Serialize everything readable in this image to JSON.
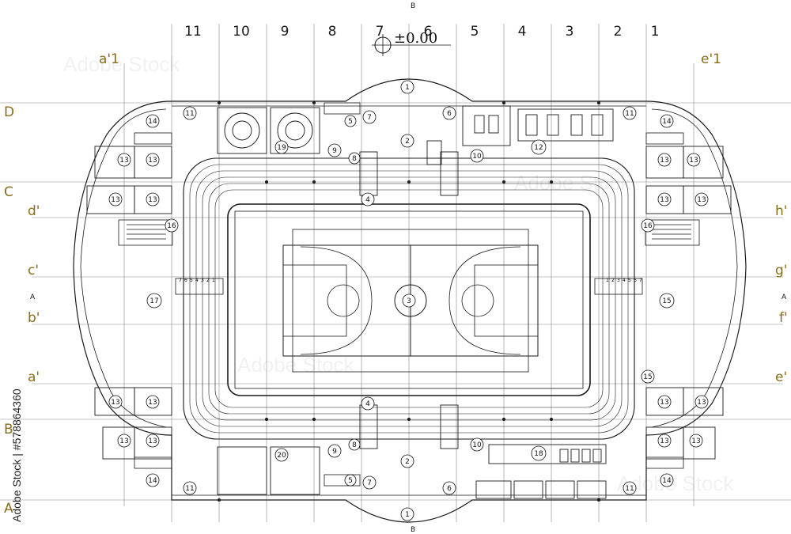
{
  "elevation_label": "±0.00",
  "section_marks": {
    "top": "B",
    "bottom": "B",
    "left": "A",
    "right": "A"
  },
  "column_numbers": [
    "11",
    "10",
    "9",
    "8",
    "7",
    "6",
    "5",
    "4",
    "3",
    "2",
    "1"
  ],
  "left_row_labels": [
    "a'1",
    "D",
    "C",
    "d'",
    "c'",
    "b'",
    "a'",
    "B",
    "A"
  ],
  "right_row_labels": [
    "e'1",
    "h'",
    "g'",
    "f'",
    "e'"
  ],
  "room_tags": {
    "r1": "1",
    "r2": "2",
    "r3": "3",
    "r4": "4",
    "r5": "5",
    "r6": "6",
    "r7": "7",
    "r8": "8",
    "r9": "9",
    "r10": "10",
    "r11": "11",
    "r12": "12",
    "r13": "13",
    "r14": "14",
    "r15": "15",
    "r16": "16",
    "r17": "17",
    "r18": "18",
    "r19": "19",
    "r20": "20"
  },
  "stair_steps": [
    "7",
    "6",
    "5",
    "4",
    "3",
    "2",
    "1"
  ],
  "stock_credit": "Adobe Stock | #578864360",
  "watermark": "Adobe Stock",
  "colors": {
    "line": "#1a1a1a",
    "grid": "#777777",
    "accent_label": "#8a6d1a"
  }
}
